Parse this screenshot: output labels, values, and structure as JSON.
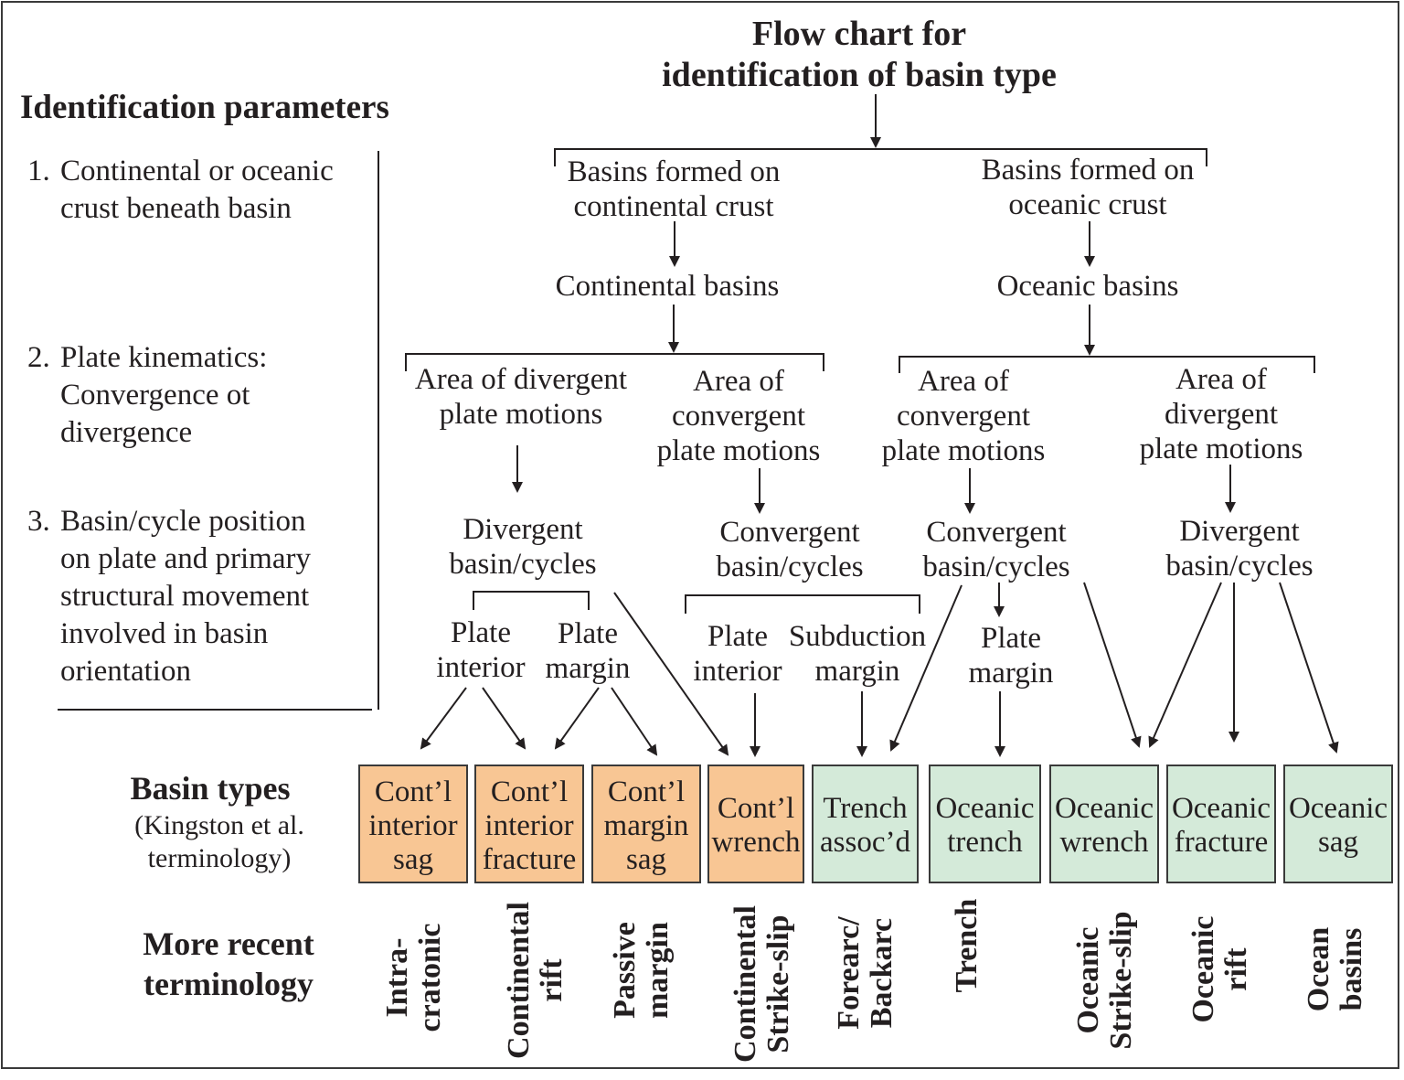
{
  "title": {
    "line1": "Flow chart for",
    "line2": "identification of basin type"
  },
  "parameters": {
    "heading": "Identification parameters",
    "items": [
      {
        "num": "1.",
        "lines": [
          "Continental or oceanic",
          "crust beneath basin"
        ]
      },
      {
        "num": "2.",
        "lines": [
          "Plate kinematics:",
          "Convergence ot",
          "divergence"
        ]
      },
      {
        "num": "3.",
        "lines": [
          "Basin/cycle position",
          "on plate and primary",
          "structural movement",
          "involved in basin",
          "orientation"
        ]
      }
    ]
  },
  "flow": {
    "continental_crust": "Basins formed on\ncontinental crust",
    "oceanic_crust": "Basins formed on\noceanic crust",
    "continental_basins": "Continental basins",
    "oceanic_basins": "Oceanic basins",
    "cont_divergent_area": "Area of divergent\nplate motions",
    "cont_convergent_area": "Area of\nconvergent\nplate motions",
    "ocean_convergent_area": "Area of\nconvergent\nplate motions",
    "ocean_divergent_area": "Area of\ndivergent\nplate motions",
    "cont_divergent_cycles": "Divergent\nbasin/cycles",
    "cont_convergent_cycles": "Convergent\nbasin/cycles",
    "ocean_convergent_cycles": "Convergent\nbasin/cycles",
    "ocean_divergent_cycles": "Divergent\nbasin/cycles",
    "div_plate_interior": "Plate\ninterior",
    "div_plate_margin": "Plate\nmargin",
    "conv_plate_interior": "Plate\ninterior",
    "subduction_margin": "Subduction\nmargin",
    "ocean_plate_margin": "Plate\nmargin"
  },
  "basin_types": {
    "heading": "Basin types",
    "subheading": "(Kingston et al.\nterminology)",
    "boxes": [
      {
        "label": "Cont’l\ninterior\nsag",
        "kind": "continental"
      },
      {
        "label": "Cont’l\ninterior\nfracture",
        "kind": "continental"
      },
      {
        "label": "Cont’l\nmargin\nsag",
        "kind": "continental"
      },
      {
        "label": "Cont’l\nwrench",
        "kind": "continental"
      },
      {
        "label": "Trench\nassoc’d",
        "kind": "oceanic"
      },
      {
        "label": "Oceanic\ntrench",
        "kind": "oceanic"
      },
      {
        "label": "Oceanic\nwrench",
        "kind": "oceanic"
      },
      {
        "label": "Oceanic\nfracture",
        "kind": "oceanic"
      },
      {
        "label": "Oceanic\nsag",
        "kind": "oceanic"
      }
    ]
  },
  "recent_terminology": {
    "heading": "More recent\nterminology",
    "terms": [
      "Intra-\ncratonic",
      "Continental\nrift",
      "Passive\nmargin",
      "Continental\nStrike-slip",
      "Forearc/\nBackarc",
      "Trench",
      "Oceanic\nStrike-slip",
      "Oceanic\nrift",
      "Ocean\nbasins"
    ]
  },
  "colors": {
    "continental_fill": "#f8c694",
    "oceanic_fill": "#d4ead9",
    "line": "#231f20"
  }
}
